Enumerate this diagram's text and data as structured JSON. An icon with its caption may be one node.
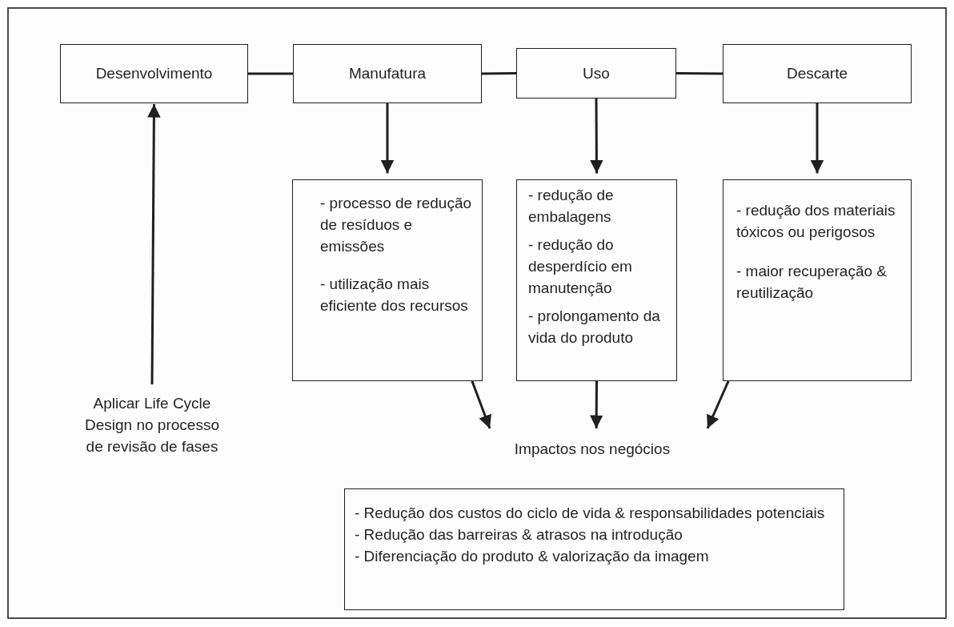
{
  "diagram": {
    "nodes": [
      {
        "text": [
          "Desenvolvimento"
        ]
      },
      {
        "text": [
          "Manufatura"
        ]
      },
      {
        "text": [
          "Uso"
        ]
      },
      {
        "text": [
          "Descarte"
        ]
      },
      {
        "text": [
          "- processo de redução  de resíduos e emissões",
          "- utilização mais eficiente dos recursos"
        ]
      },
      {
        "text": [
          "- redução de embalagens",
          "- redução do desperdício em manutenção",
          "- prolongamento da vida do produto"
        ]
      },
      {
        "text": [
          "- redução dos materiais tóxicos ou perigosos",
          "- maior recuperação & reutilização"
        ]
      },
      {
        "text": [
          "Aplicar Life Cycle Design no processo de revisão de fases"
        ]
      },
      {
        "text": [
          "Impactos nos negócios"
        ]
      },
      {
        "text": [
          "- Redução dos custos do ciclo de vida & responsabilidades potenciais",
          "- Redução das barreiras & atrasos na introdução",
          "- Diferenciação do produto & valorização da imagem"
        ]
      }
    ],
    "edges": [
      {
        "from": 0,
        "to": 1,
        "arrow": "none"
      },
      {
        "from": 1,
        "to": 2,
        "arrow": "none"
      },
      {
        "from": 2,
        "to": 3,
        "arrow": "none"
      },
      {
        "from": 1,
        "to": 4,
        "arrow": "to"
      },
      {
        "from": 2,
        "to": 5,
        "arrow": "to"
      },
      {
        "from": 3,
        "to": 6,
        "arrow": "to"
      },
      {
        "from": 7,
        "to": 0,
        "arrow": "to"
      },
      {
        "from": 4,
        "to": 8,
        "arrow": "to"
      },
      {
        "from": 5,
        "to": 8,
        "arrow": "to"
      },
      {
        "from": 6,
        "to": 8,
        "arrow": "to"
      }
    ]
  }
}
